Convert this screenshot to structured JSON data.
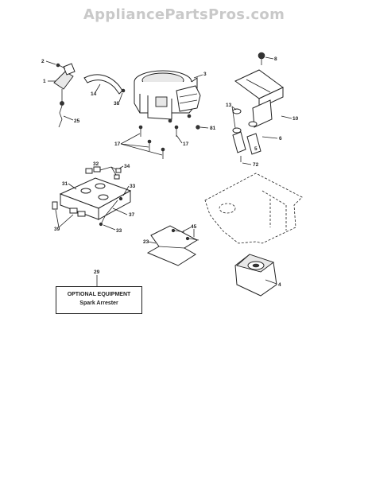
{
  "watermark": "AppliancePartsPros.com",
  "optional_box": {
    "title": "OPTIONAL EQUIPMENT",
    "subtitle": "Spark Arrester"
  },
  "callouts": {
    "c1": "1",
    "c2": "2",
    "c3": "3",
    "c4": "4",
    "c5": "5",
    "c6": "6",
    "c8": "8",
    "c10": "10",
    "c13": "13",
    "c14": "14",
    "c17a": "17",
    "c17b": "17",
    "c23": "23",
    "c25": "25",
    "c29": "29",
    "c31": "31",
    "c32": "32",
    "c33a": "33",
    "c33b": "33",
    "c34": "34",
    "c37": "37",
    "c38": "38",
    "c39": "39",
    "c45": "45",
    "c72": "72",
    "c81": "81"
  }
}
